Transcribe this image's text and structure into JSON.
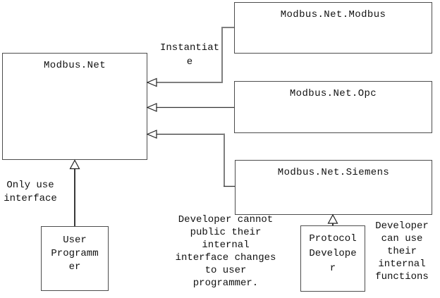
{
  "diagram": {
    "boxes": {
      "modbus_net": {
        "title": "Modbus.Net"
      },
      "modbus_net_modbus": {
        "title": "Modbus.Net.Modbus"
      },
      "modbus_net_opc": {
        "title": "Modbus.Net.Opc"
      },
      "modbus_net_siemens": {
        "title": "Modbus.Net.Siemens"
      },
      "user_programmer": {
        "lines": [
          "User",
          "Programm",
          "er"
        ]
      },
      "protocol_developer": {
        "lines": [
          "Protocol",
          "Develope",
          "r"
        ]
      }
    },
    "labels": {
      "instantiate": {
        "lines": [
          "Instantiat",
          "e"
        ]
      },
      "only_use": {
        "lines": [
          "Only use",
          "interface"
        ]
      },
      "developer_cannot": {
        "lines": [
          "Developer cannot",
          "public their",
          "internal",
          "interface changes",
          "to user",
          "programmer."
        ]
      },
      "developer_can": {
        "lines": [
          "Developer",
          "can use",
          "their",
          "internal",
          "functions"
        ]
      }
    },
    "colors": {
      "background": "#ffffff",
      "box_border": "#4d4d4d",
      "text": "#111111",
      "connector_gray": "#7f7f7f",
      "connector_dark": "#333333"
    }
  }
}
